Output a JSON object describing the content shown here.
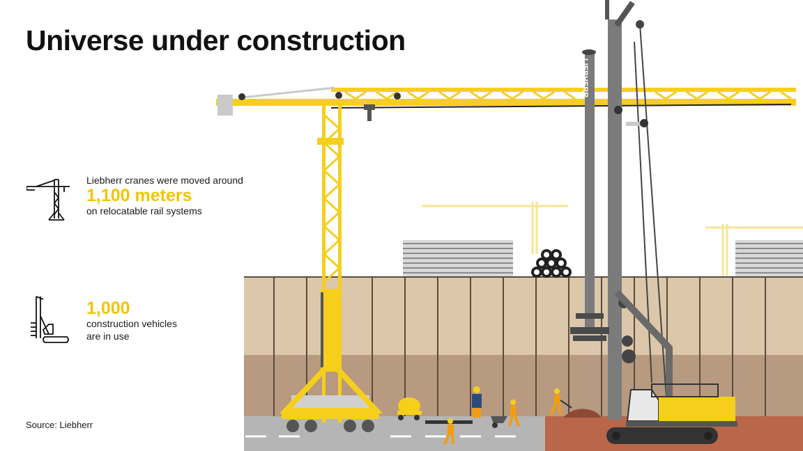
{
  "title": "Universe under construction",
  "stats": [
    {
      "pre": "Liebherr cranes were moved around",
      "value": "1,100 meters",
      "post": "on relocatable rail systems",
      "icon": "tower-crane-icon"
    },
    {
      "pre": "",
      "value": "1,000",
      "post": "construction vehicles\nare in use",
      "icon": "drilling-rig-icon"
    }
  ],
  "source": "Source: Liebherr",
  "brand": "LIEBHERR",
  "colors": {
    "accent": "#f2c500",
    "crane": "#f6cf1c",
    "steel": "#7b7b7b",
    "wall": "#dcc7aa",
    "soil": "#b9664a",
    "ground": "#b9b9b9"
  }
}
